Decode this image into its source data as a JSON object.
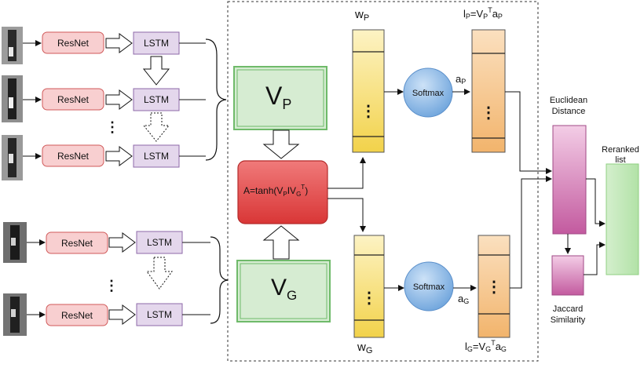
{
  "colors": {
    "resnet_fill": "#f8cfd0",
    "resnet_stroke": "#d05a5a",
    "lstm_fill": "#e4d7ec",
    "lstm_stroke": "#8e6aa8",
    "feature_fill": "#d6ecd2",
    "feature_stroke": "#6fba6a",
    "attention_fill": "#e04848",
    "weight_fill": "#f7e27a",
    "softmax_fill": "#9cc3ea",
    "pooled_fill": "#f5c791",
    "distance_fill": "#c76aa8",
    "rerank_fill": "#c8ecc0"
  },
  "probe": {
    "blocks": [
      {
        "resnet": "ResNet",
        "lstm": "LSTM"
      },
      {
        "resnet": "ResNet",
        "lstm": "LSTM"
      },
      {
        "resnet": "ResNet",
        "lstm": "LSTM"
      }
    ],
    "ellipsis": "⋮"
  },
  "gallery": {
    "blocks": [
      {
        "resnet": "ResNet",
        "lstm": "LSTM"
      },
      {
        "resnet": "ResNet",
        "lstm": "LSTM"
      }
    ],
    "ellipsis": "⋮"
  },
  "features": {
    "vp_main": "V",
    "vp_sub": "P",
    "vg_main": "V",
    "vg_sub": "G"
  },
  "attention": {
    "prefix": "A=tanh(V",
    "sub1": "P",
    "mid": "IV",
    "sub2": "G",
    "sup": "T",
    "suffix": ")"
  },
  "weights": {
    "wp_main": "w",
    "wp_sub": "P",
    "wg_main": "w",
    "wg_sub": "G",
    "ellipsis": "⋮"
  },
  "softmax": {
    "top_label": "Softmax",
    "bottom_label": "Softmax",
    "ap_main": "a",
    "ap_sub": "P",
    "ag_main": "a",
    "ag_sub": "G"
  },
  "pooled": {
    "lp_l": "l",
    "lp_lsub": "P",
    "lp_eq": "=V",
    "lp_vsub": "P",
    "lp_sup": "T",
    "lp_a": "a",
    "lp_asub": "P",
    "lg_l": "l",
    "lg_lsub": "G",
    "lg_eq": "=V",
    "lg_vsub": "G",
    "lg_sup": "T",
    "lg_a": "a",
    "lg_asub": "G",
    "ellipsis": "⋮"
  },
  "distance": {
    "euclidean_line1": "Euclidean",
    "euclidean_line2": "Distance",
    "jaccard_line1": "Jaccard",
    "jaccard_line2": "Similarity"
  },
  "rerank": {
    "line1": "Reranked",
    "line2": "list"
  }
}
